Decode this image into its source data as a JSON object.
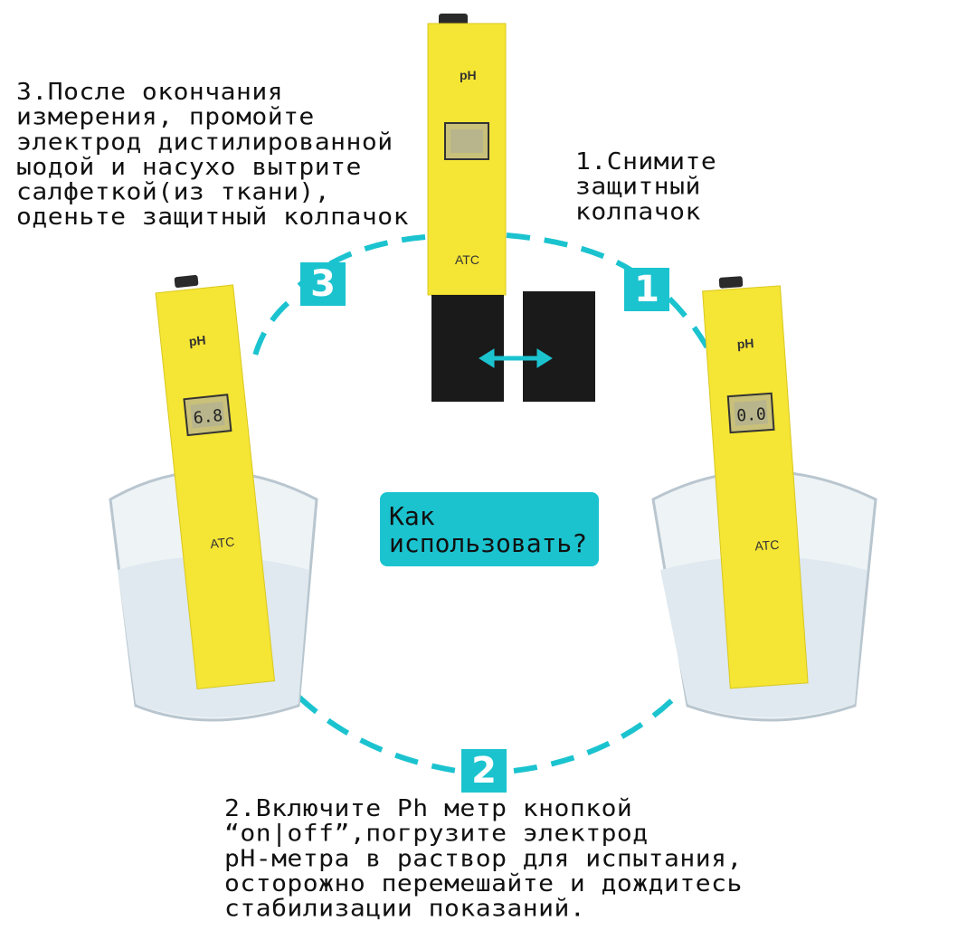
{
  "steps": {
    "step1": {
      "number": "1",
      "text": "1.Снимите\nзащитный\nколпачок"
    },
    "step2": {
      "number": "2",
      "text": "2.Включите Ph метр кнопкой\n“on|off”,погрузите электрод\npH-метра в раствор для испытания,\nосторожно перемешайте и дождитесь\nстабилизации показаний."
    },
    "step3": {
      "number": "3",
      "text": "3.После окончания\nизмерения, промойте\nэлектрод дистилированной\nыодой и насухо вытрите\nсалфеткой(из ткани),\nоденьте защитный колпачок"
    }
  },
  "center": {
    "question": "Как\nиспользовать?"
  },
  "meters": {
    "top": {
      "ph_label": "pH",
      "atc_label": "ATC",
      "reading": ""
    },
    "left": {
      "ph_label": "pH",
      "atc_label": "ATC",
      "reading": "6.8"
    },
    "right": {
      "ph_label": "pH",
      "atc_label": "ATC",
      "reading": "0.0"
    }
  },
  "colors": {
    "accent": "#1bc3cf",
    "meter_yellow": "#f5e534",
    "cap_black": "#1a1a1a",
    "arrow": "#1bc3cf"
  }
}
